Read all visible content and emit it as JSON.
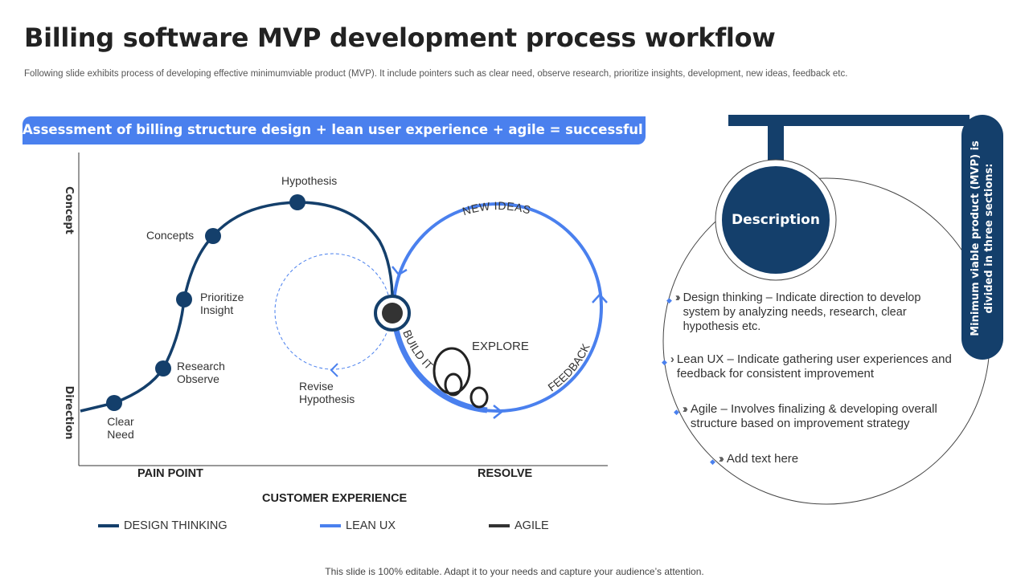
{
  "header": {
    "title": "Billing software MVP development process workflow",
    "subtitle": "Following slide exhibits process of developing effective minimumviable product (MVP).  It include pointers such as clear need, observe research, prioritize insights, development, new ideas, feedback etc."
  },
  "banner": {
    "text": "Assessment of billing structure design + lean user experience + agile = successful MVP"
  },
  "axes": {
    "y_top": "Concept",
    "y_bottom": "Direction",
    "x_left": "PAIN POINT",
    "x_right": "RESOLVE",
    "x_title": "CUSTOMER EXPERIENCE"
  },
  "stages": {
    "clear_need": "Clear\nNeed",
    "research_observe": "Research\nObserve",
    "prioritize_insight": "Prioritize\nInsight",
    "concepts": "Concepts",
    "hypothesis": "Hypothesis",
    "revise_hypothesis": "Revise\nHypothesis",
    "new_ideas": "NEW IDEAS",
    "build_it": "BUILD IT",
    "feedback": "FEEDBACK",
    "explore": "EXPLORE"
  },
  "legend": [
    {
      "label": "DESIGN THINKING",
      "color": "#143f6b"
    },
    {
      "label": "LEAN UX",
      "color": "#4a80ee"
    },
    {
      "label": "AGILE",
      "color": "#333333"
    }
  ],
  "description": {
    "title": "Description",
    "side_text": "Minimum viable product (MVP) is\ndivided in three sections:",
    "bullets": [
      "Design thinking – Indicate direction to develop system by analyzing needs, research, clear hypothesis etc.",
      "Lean UX – Indicate gathering user experiences and feedback for consistent improvement",
      "Agile – Involves  finalizing & developing overall structure  based on improvement strategy",
      "Add text here"
    ]
  },
  "colors": {
    "dark_navy": "#143f6b",
    "accent_blue": "#4a80ee",
    "agile_dark": "#333333"
  },
  "footer": "This slide is 100% editable. Adapt it to your needs and capture your audience’s attention."
}
